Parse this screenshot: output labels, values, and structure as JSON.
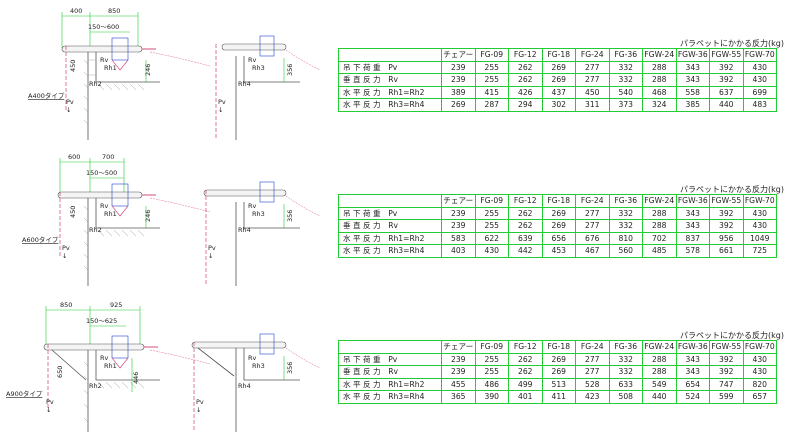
{
  "headers": [
    "チェアー",
    "FG-09",
    "FG-12",
    "FG-18",
    "FG-24",
    "FG-36",
    "FGW-24",
    "FGW-36",
    "FGW-55",
    "FGW-70"
  ],
  "table_title": "パラペットにかかる反力(kg)",
  "row_labels": [
    "吊 下 荷 重　Pv",
    "垂 直 反 力　Rv",
    "水 平 反 力　Rh1=Rh2",
    "水 平 反 力　Rh3=Rh4"
  ],
  "marks": {
    "pv": "Pv",
    "rv": "Rv",
    "rh1": "Rh1",
    "rh2": "Rh2",
    "rh3": "Rh3",
    "rh4": "Rh4",
    "arrow": "↓"
  },
  "panels": [
    {
      "type_label": "A400タイプ",
      "dims": {
        "a": "400",
        "b": "850",
        "range": "150～600",
        "height": "450",
        "h1": "246",
        "h2": "356"
      },
      "rows": [
        [
          "239",
          "255",
          "262",
          "269",
          "277",
          "332",
          "288",
          "343",
          "392",
          "430"
        ],
        [
          "239",
          "255",
          "262",
          "269",
          "277",
          "332",
          "288",
          "343",
          "392",
          "430"
        ],
        [
          "389",
          "415",
          "426",
          "437",
          "450",
          "540",
          "468",
          "558",
          "637",
          "699"
        ],
        [
          "269",
          "287",
          "294",
          "302",
          "311",
          "373",
          "324",
          "385",
          "440",
          "483"
        ]
      ]
    },
    {
      "type_label": "A600タイプ",
      "dims": {
        "a": "600",
        "b": "700",
        "range": "150～500",
        "height": "450",
        "h1": "246",
        "h2": "356"
      },
      "rows": [
        [
          "239",
          "255",
          "262",
          "269",
          "277",
          "332",
          "288",
          "343",
          "392",
          "430"
        ],
        [
          "239",
          "255",
          "262",
          "269",
          "277",
          "332",
          "288",
          "343",
          "392",
          "430"
        ],
        [
          "583",
          "622",
          "639",
          "656",
          "676",
          "810",
          "702",
          "837",
          "956",
          "1049"
        ],
        [
          "403",
          "430",
          "442",
          "453",
          "467",
          "560",
          "485",
          "578",
          "661",
          "725"
        ]
      ]
    },
    {
      "type_label": "A900タイプ",
      "dims": {
        "a": "850",
        "b": "925",
        "range": "150～625",
        "height": "650",
        "h1": "446",
        "h2": "356"
      },
      "rows": [
        [
          "239",
          "255",
          "262",
          "269",
          "277",
          "332",
          "288",
          "343",
          "392",
          "430"
        ],
        [
          "239",
          "255",
          "262",
          "269",
          "277",
          "332",
          "288",
          "343",
          "392",
          "430"
        ],
        [
          "455",
          "486",
          "499",
          "513",
          "528",
          "633",
          "549",
          "654",
          "747",
          "820"
        ],
        [
          "365",
          "390",
          "401",
          "411",
          "423",
          "508",
          "440",
          "524",
          "599",
          "657"
        ]
      ]
    }
  ]
}
